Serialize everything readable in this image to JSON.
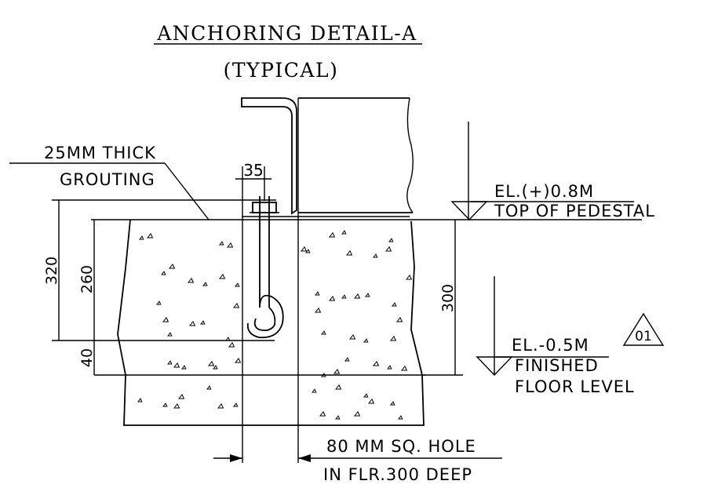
{
  "title": "ANCHORING DETAIL-A",
  "subtitle": "(TYPICAL)",
  "labels": {
    "grout_line1": "25MM THICK",
    "grout_line2": "GROUTING",
    "dim_35": "35",
    "dim_320": "320",
    "dim_260": "260",
    "dim_40": "40",
    "dim_300": "300",
    "el_top": "EL.(+)0.8M",
    "el_top_desc": "TOP OF PEDESTAL",
    "el_floor": "EL.-0.5M",
    "el_floor_desc1": "FINISHED",
    "el_floor_desc2": "FLOOR LEVEL",
    "triangle_tag": "01",
    "hole_line1": "80 MM SQ. HOLE",
    "hole_line2": "IN FLR.300 DEEP"
  },
  "colors": {
    "line": "#000000",
    "background": "#ffffff"
  }
}
